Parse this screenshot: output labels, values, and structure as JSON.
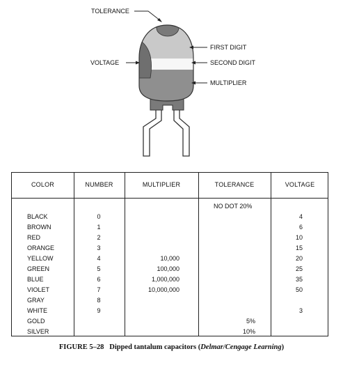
{
  "diagram": {
    "labels": {
      "tolerance": "TOLERANCE",
      "voltage": "VOLTAGE",
      "first_digit": "FIRST DIGIT",
      "second_digit": "SECOND DIGIT",
      "multiplier": "MULTIPLIER"
    }
  },
  "table": {
    "headers": [
      "COLOR",
      "NUMBER",
      "MULTIPLIER",
      "TOLERANCE",
      "VOLTAGE"
    ],
    "no_dot_note": "NO DOT 20%",
    "rows": [
      {
        "color": "BLACK",
        "number": "0",
        "multiplier": "",
        "tolerance": "",
        "voltage": "4"
      },
      {
        "color": "BROWN",
        "number": "1",
        "multiplier": "",
        "tolerance": "",
        "voltage": "6"
      },
      {
        "color": "RED",
        "number": "2",
        "multiplier": "",
        "tolerance": "",
        "voltage": "10"
      },
      {
        "color": "ORANGE",
        "number": "3",
        "multiplier": "",
        "tolerance": "",
        "voltage": "15"
      },
      {
        "color": "YELLOW",
        "number": "4",
        "multiplier": "10,000",
        "tolerance": "",
        "voltage": "20"
      },
      {
        "color": "GREEN",
        "number": "5",
        "multiplier": "100,000",
        "tolerance": "",
        "voltage": "25"
      },
      {
        "color": "BLUE",
        "number": "6",
        "multiplier": "1,000,000",
        "tolerance": "",
        "voltage": "35"
      },
      {
        "color": "VIOLET",
        "number": "7",
        "multiplier": "10,000,000",
        "tolerance": "",
        "voltage": "50"
      },
      {
        "color": "GRAY",
        "number": "8",
        "multiplier": "",
        "tolerance": "",
        "voltage": ""
      },
      {
        "color": "WHITE",
        "number": "9",
        "multiplier": "",
        "tolerance": "",
        "voltage": "3"
      },
      {
        "color": "GOLD",
        "number": "",
        "multiplier": "",
        "tolerance": "5%",
        "voltage": ""
      },
      {
        "color": "SILVER",
        "number": "",
        "multiplier": "",
        "tolerance": "10%",
        "voltage": ""
      }
    ]
  },
  "caption": {
    "figure": "FIGURE 5–28",
    "text": "Dipped tantalum capacitors (",
    "credit": "Delmar/Cengage Learning",
    "close": ")"
  }
}
